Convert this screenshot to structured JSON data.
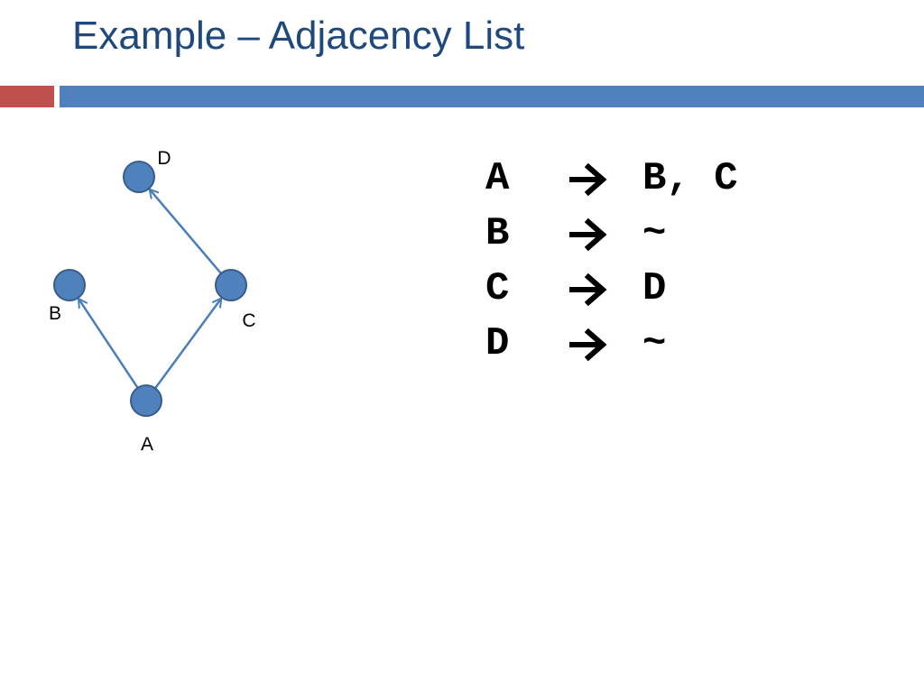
{
  "slide": {
    "title": "Example – Adjacency List"
  },
  "colors": {
    "title": "#1F497D",
    "accent_red": "#C0504D",
    "accent_blue": "#4F81BD",
    "node_fill": "#4F81BD",
    "node_stroke": "#385D8A",
    "edge": "#4A7EBB"
  },
  "graph": {
    "nodes": [
      {
        "id": "A",
        "label": "A"
      },
      {
        "id": "B",
        "label": "B"
      },
      {
        "id": "C",
        "label": "C"
      },
      {
        "id": "D",
        "label": "D"
      }
    ],
    "edges": [
      {
        "from": "A",
        "to": "B"
      },
      {
        "from": "A",
        "to": "C"
      },
      {
        "from": "C",
        "to": "D"
      }
    ]
  },
  "adjacency_list": [
    {
      "vertex": "A",
      "neighbors": "B, C"
    },
    {
      "vertex": "B",
      "neighbors": "~"
    },
    {
      "vertex": "C",
      "neighbors": "D"
    },
    {
      "vertex": "D",
      "neighbors": "~"
    }
  ],
  "icons": {
    "arrow": "right-arrow-icon"
  }
}
